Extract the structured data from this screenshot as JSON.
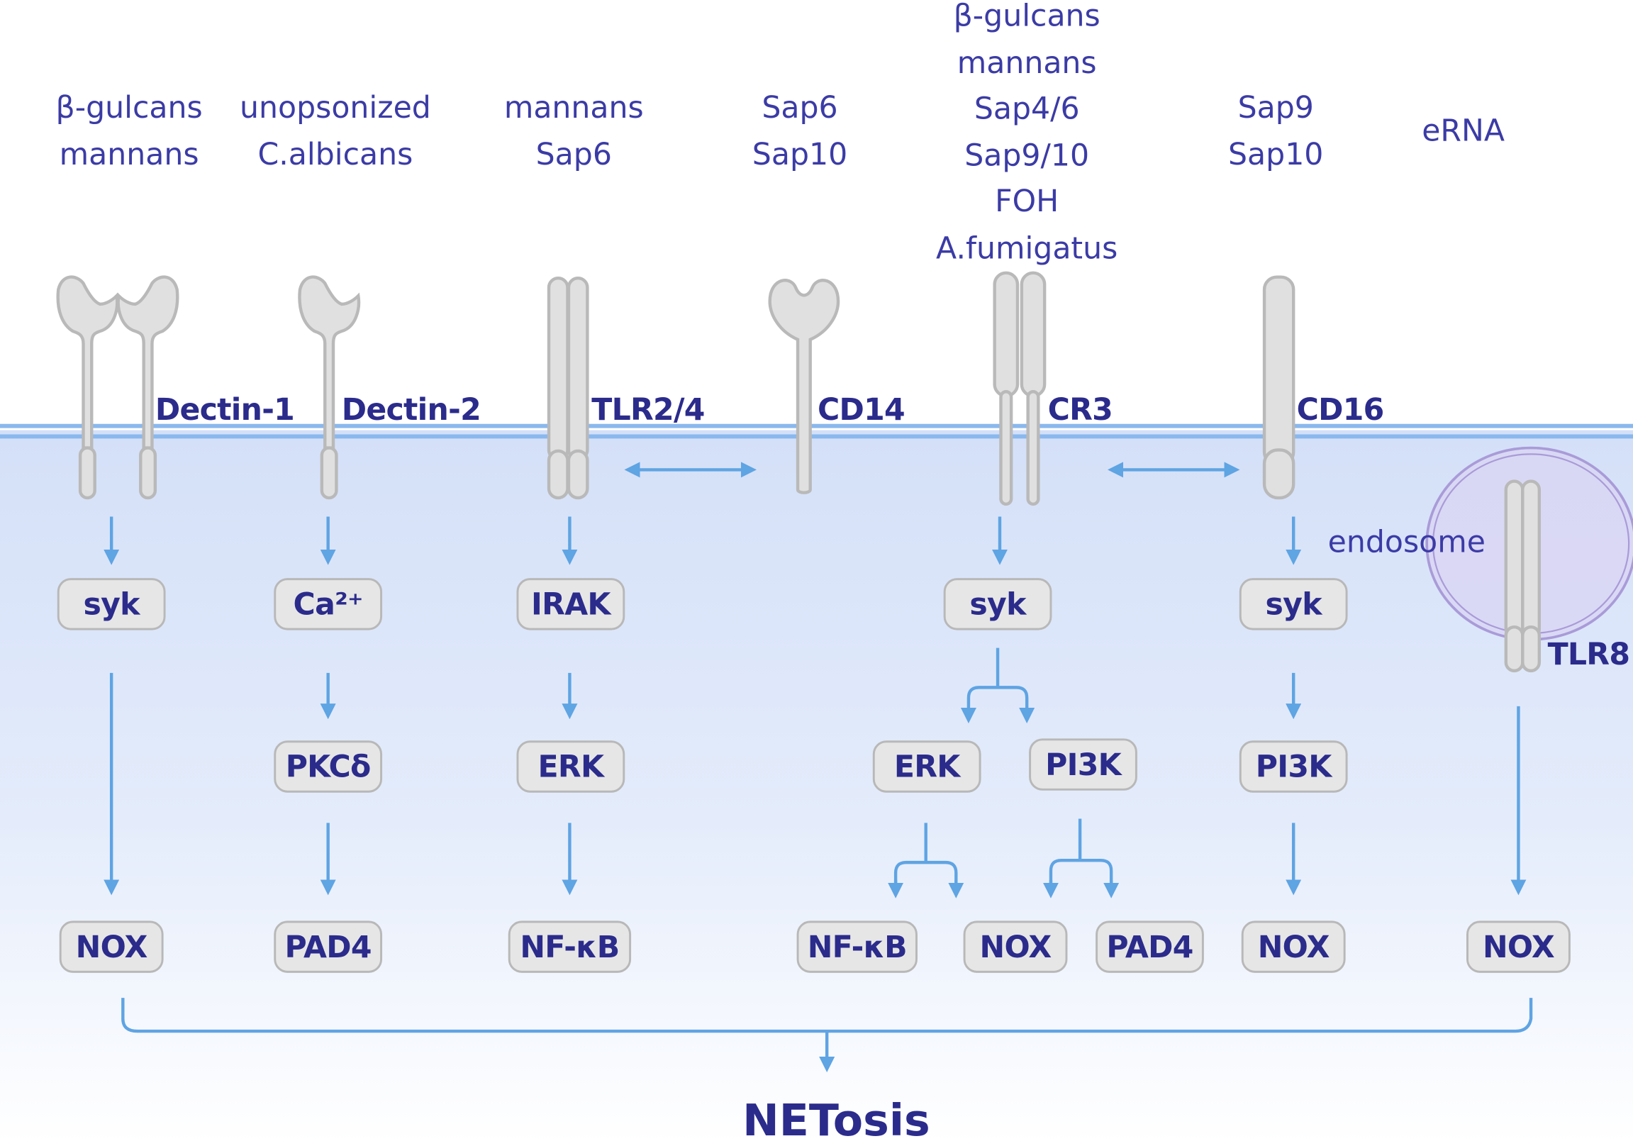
{
  "ligand_groups": [
    {
      "id": "dectin1",
      "lines": [
        "β-gulcans",
        "mannans"
      ]
    },
    {
      "id": "dectin2",
      "lines": [
        "unopsonized",
        "C.albicans"
      ]
    },
    {
      "id": "tlr",
      "lines": [
        "mannans",
        "Sap6"
      ]
    },
    {
      "id": "cd14",
      "lines": [
        "Sap6",
        "Sap10"
      ]
    },
    {
      "id": "cr3",
      "lines": [
        "β-gulcans",
        "mannans",
        "Sap4/6",
        "Sap9/10",
        "FOH",
        "A.fumigatus"
      ]
    },
    {
      "id": "cd16",
      "lines": [
        "Sap9",
        "Sap10"
      ]
    },
    {
      "id": "tlr8",
      "lines": [
        "eRNA"
      ]
    }
  ],
  "receptors": {
    "dectin1": "Dectin-1",
    "dectin2": "Dectin-2",
    "tlr24": "TLR2/4",
    "cd14": "CD14",
    "cr3": "CR3",
    "cd16": "CD16",
    "tlr8": "TLR8"
  },
  "compartments": {
    "endosome": "endosome"
  },
  "nodes": {
    "d1_syk": "syk",
    "d1_nox": "NOX",
    "d2_ca": "Ca²⁺",
    "d2_pkc": "PKCδ",
    "d2_pad4": "PAD4",
    "tlr_irak": "IRAK",
    "tlr_erk": "ERK",
    "tlr_nfkb": "NF-κB",
    "cr3_syk": "syk",
    "cr3_erk": "ERK",
    "cr3_pi3k": "PI3K",
    "cr3_nfkb": "NF-κB",
    "cr3_nox": "NOX",
    "cr3_pad4": "PAD4",
    "cd16_syk": "syk",
    "cd16_pi3k": "PI3K",
    "cd16_nox": "NOX",
    "tlr8_nox": "NOX"
  },
  "outcome": "NETosis",
  "colors": {
    "arrow": "#5fa4e3",
    "membrane": "#8ab8ee",
    "receptor_fill": "#e0e0e0",
    "receptor_stroke": "#b9b9b9",
    "text": "#2b2b8c",
    "endosome_fill": "#d9d4f3",
    "endosome_stroke": "#a99bd8"
  }
}
